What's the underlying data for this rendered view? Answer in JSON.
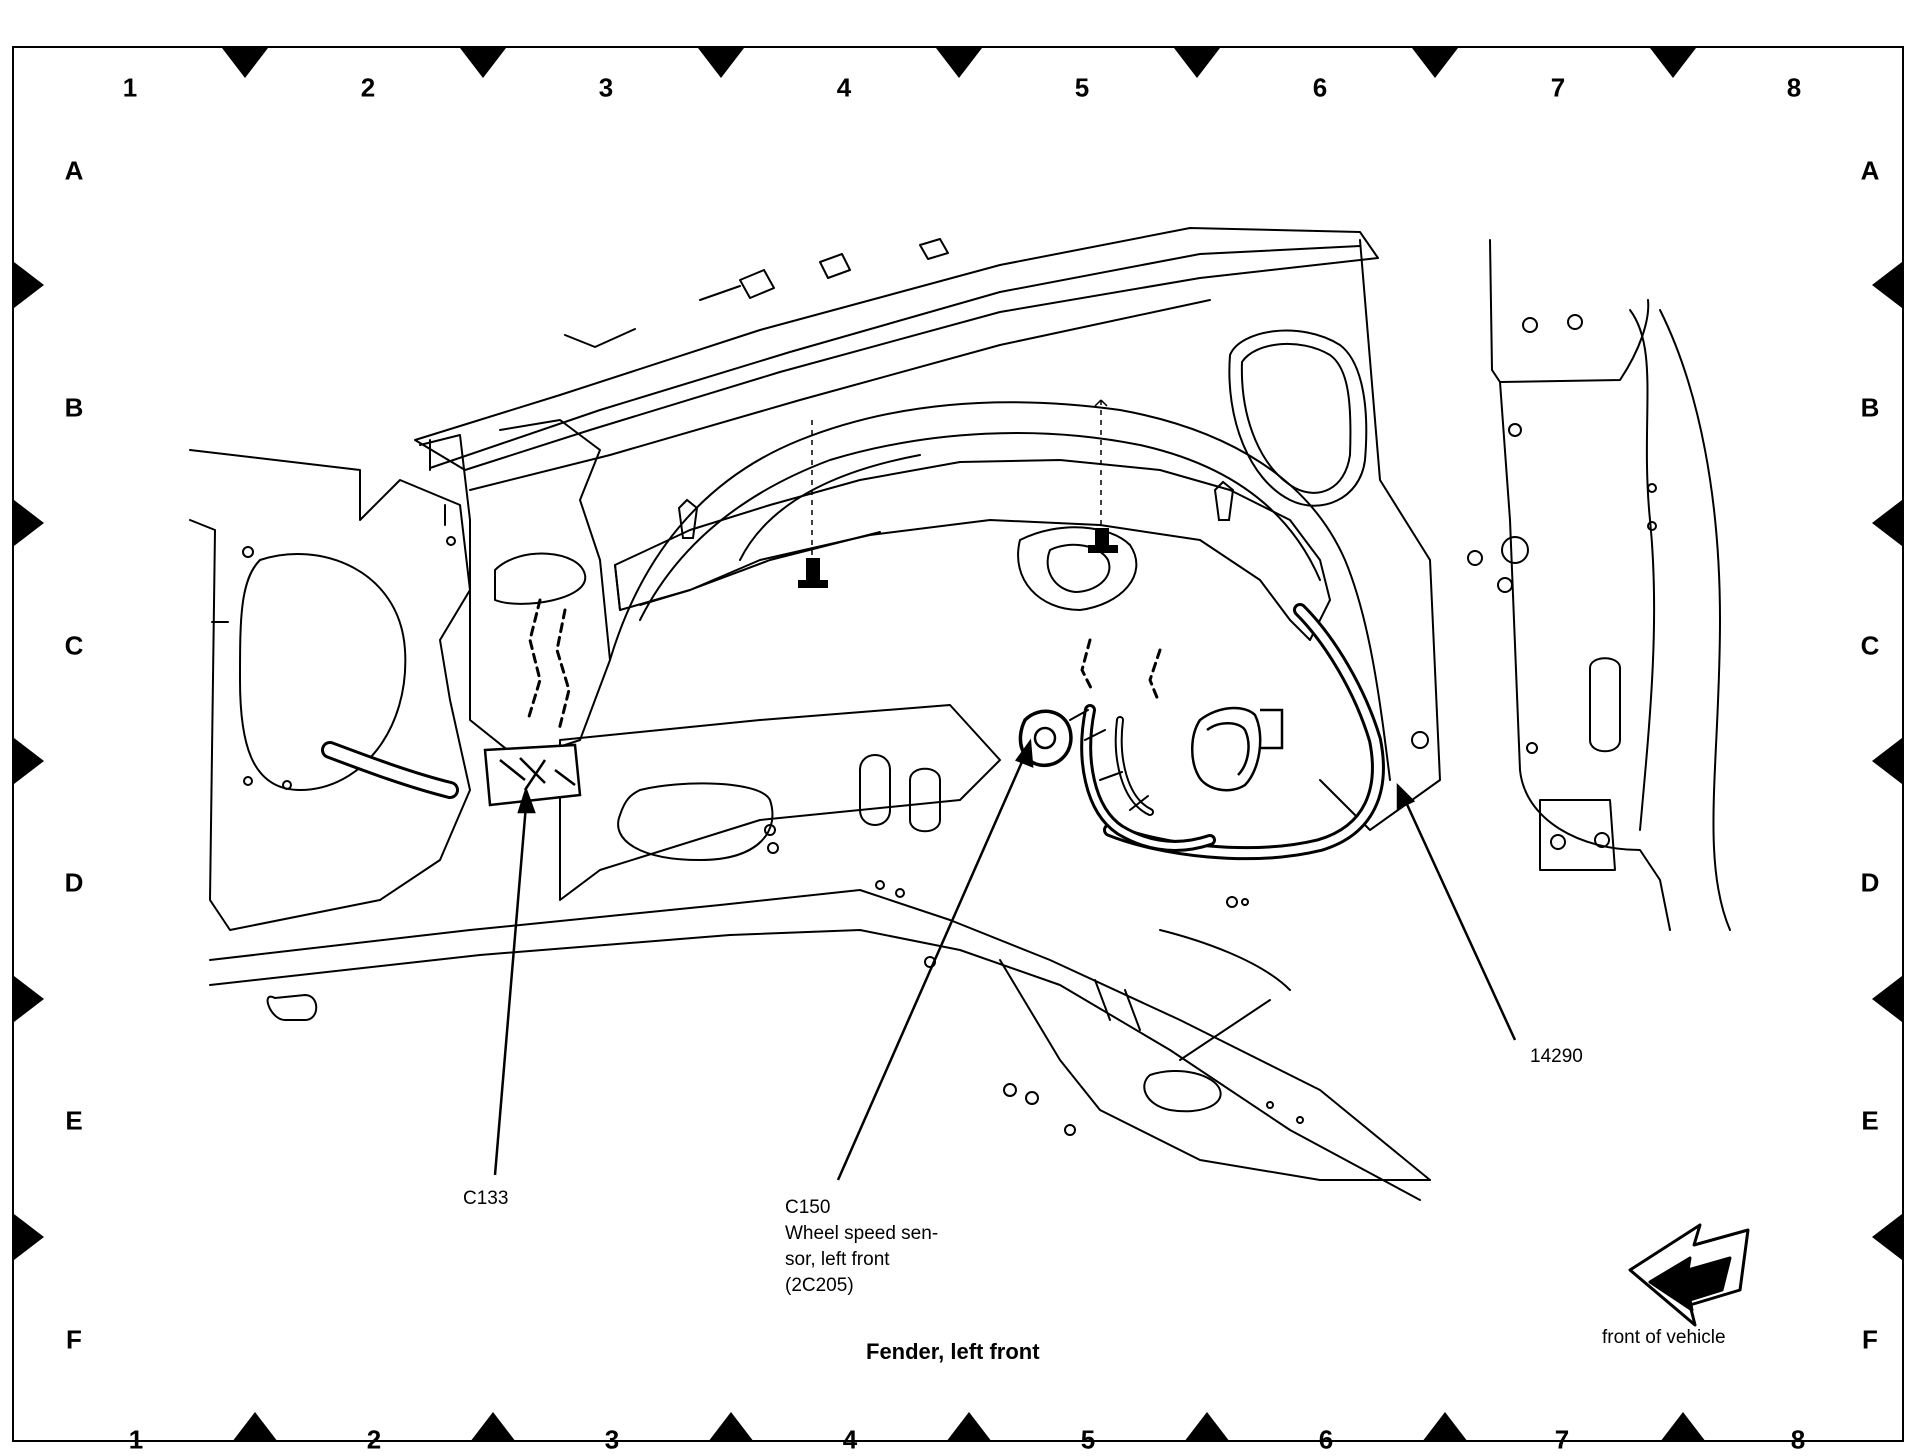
{
  "grid": {
    "columns": [
      "1",
      "2",
      "3",
      "4",
      "5",
      "6",
      "7",
      "8"
    ],
    "rows": [
      "A",
      "B",
      "C",
      "D",
      "E",
      "F"
    ]
  },
  "callouts": {
    "c133": "C133",
    "c150": "C150",
    "c150_desc_1": "Wheel speed sen-",
    "c150_desc_2": "sor, left front",
    "c150_desc_3": "(2C205)",
    "harness": "14290"
  },
  "caption": "Fender, left front",
  "orientation_label": "front of vehicle",
  "icons": [
    "front-of-vehicle-arrow-icon",
    "bolt-icon",
    "connector-icon"
  ]
}
